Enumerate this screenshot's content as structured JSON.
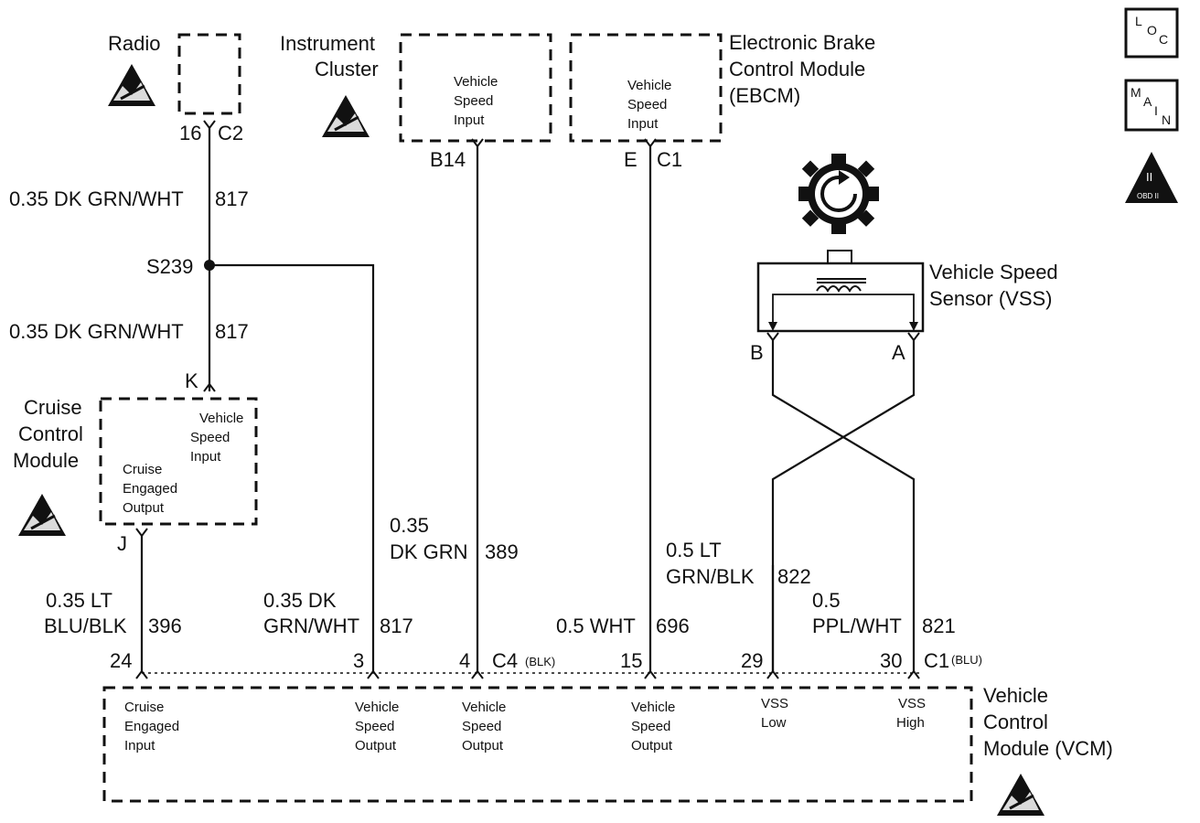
{
  "components": {
    "radio": {
      "name": "Radio",
      "pin": "16",
      "connector": "C2"
    },
    "instrument_cluster": {
      "name_line1": "Instrument",
      "name_line2": "Cluster",
      "input_line1": "Vehicle",
      "input_line2": "Speed",
      "input_line3": "Input",
      "pin": "B14"
    },
    "ebcm": {
      "name_line1": "Electronic Brake",
      "name_line2": "Control Module",
      "name_line3": "(EBCM)",
      "input_line1": "Vehicle",
      "input_line2": "Speed",
      "input_line3": "Input",
      "pin": "E",
      "connector": "C1"
    },
    "vss": {
      "name_line1": "Vehicle Speed",
      "name_line2": "Sensor (VSS)",
      "pin_b": "B",
      "pin_a": "A"
    },
    "cruise": {
      "name_line1": "Cruise",
      "name_line2": "Control",
      "name_line3": "Module",
      "input_line1": "Vehicle",
      "input_line2": "Speed",
      "input_line3": "Input",
      "output_line1": "Cruise",
      "output_line2": "Engaged",
      "output_line3": "Output",
      "pin_k": "K",
      "pin_j": "J"
    },
    "vcm": {
      "name_line1": "Vehicle",
      "name_line2": "Control",
      "name_line3": "Module (VCM)",
      "c4": "C4",
      "c4_color": "(BLK)",
      "c1": "C1",
      "c1_color": "(BLU)",
      "pins": {
        "p24": "24",
        "p3": "3",
        "p4": "4",
        "p15": "15",
        "p29": "29",
        "p30": "30"
      },
      "cruise_input": [
        "Cruise",
        "Engaged",
        "Input"
      ],
      "vso_3": [
        "Vehicle",
        "Speed",
        "Output"
      ],
      "vso_4": [
        "Vehicle",
        "Speed",
        "Output"
      ],
      "vso_15": [
        "Vehicle",
        "Speed",
        "Output"
      ],
      "vss_low": [
        "VSS",
        "Low"
      ],
      "vss_high": [
        "VSS",
        "High"
      ]
    }
  },
  "splice": "S239",
  "wires": {
    "w817_upper": {
      "spec": "0.35 DK GRN/WHT",
      "circuit": "817"
    },
    "w817_lower": {
      "spec": "0.35 DK GRN/WHT",
      "circuit": "817"
    },
    "w396": {
      "spec_line1": "0.35 LT",
      "spec_line2": "BLU/BLK",
      "circuit": "396"
    },
    "w817_vcm": {
      "spec_line1": "0.35 DK",
      "spec_line2": "GRN/WHT",
      "circuit": "817"
    },
    "w389": {
      "spec_line1": "0.35",
      "spec_line2": "DK GRN",
      "circuit": "389"
    },
    "w696": {
      "spec": "0.5 WHT",
      "circuit": "696"
    },
    "w822": {
      "spec_line1": "0.5 LT",
      "spec_line2": "GRN/BLK",
      "circuit": "822"
    },
    "w821": {
      "spec_line1": "0.5",
      "spec_line2": "PPL/WHT",
      "circuit": "821"
    }
  },
  "side_icons": {
    "loc": {
      "letters": [
        "L",
        "O",
        "C"
      ]
    },
    "main": {
      "letters": [
        "M",
        "A",
        "I",
        "N"
      ]
    },
    "obd": {
      "top": "II",
      "label": "OBD II"
    }
  },
  "esd_icon": "esd-warning-icon"
}
